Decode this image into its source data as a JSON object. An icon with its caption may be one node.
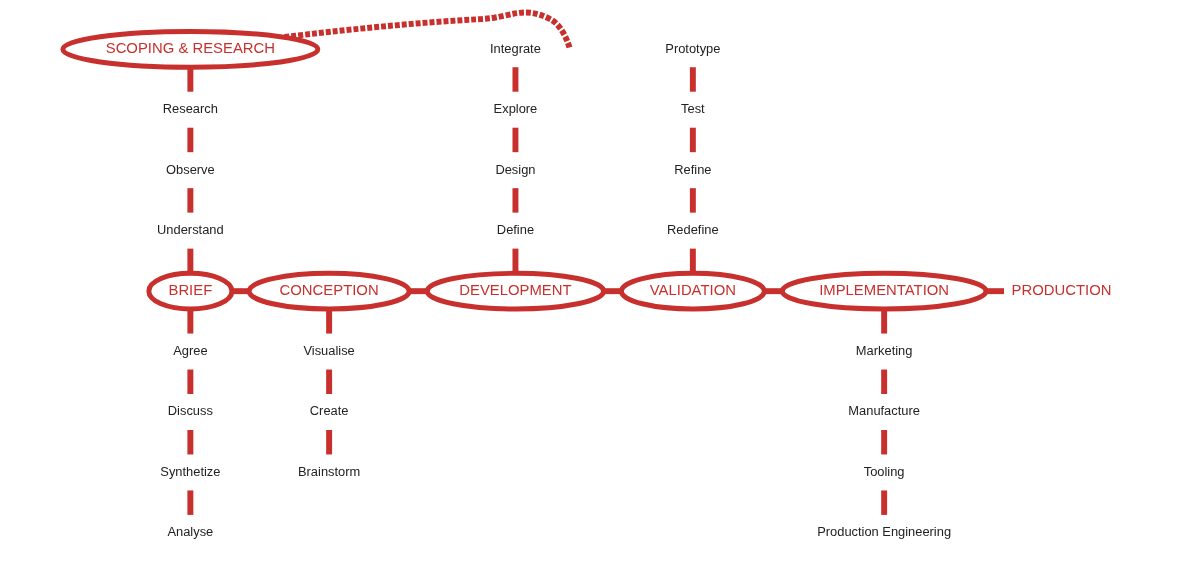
{
  "diagram": {
    "nodes": [
      {
        "text": [
          "SCOPING & RESEARCH"
        ]
      },
      {
        "text": [
          "Research"
        ]
      },
      {
        "text": [
          "Observe"
        ]
      },
      {
        "text": [
          "Understand"
        ]
      },
      {
        "text": [
          "BRIEF"
        ]
      },
      {
        "text": [
          "Agree"
        ]
      },
      {
        "text": [
          "Discuss"
        ]
      },
      {
        "text": [
          "Synthetize"
        ]
      },
      {
        "text": [
          "Analyse"
        ]
      },
      {
        "text": [
          "CONCEPTION"
        ]
      },
      {
        "text": [
          "Visualise"
        ]
      },
      {
        "text": [
          "Create"
        ]
      },
      {
        "text": [
          "Brainstorm"
        ]
      },
      {
        "text": [
          "DEVELOPMENT"
        ]
      },
      {
        "text": [
          "Define"
        ]
      },
      {
        "text": [
          "Design"
        ]
      },
      {
        "text": [
          "Explore"
        ]
      },
      {
        "text": [
          "Integrate"
        ]
      },
      {
        "text": [
          "VALIDATION"
        ]
      },
      {
        "text": [
          "Redefine"
        ]
      },
      {
        "text": [
          "Refine"
        ]
      },
      {
        "text": [
          "Test"
        ]
      },
      {
        "text": [
          "Prototype"
        ]
      },
      {
        "text": [
          "IMPLEMENTATION"
        ]
      },
      {
        "text": [
          "Marketing"
        ]
      },
      {
        "text": [
          "Manufacture"
        ]
      },
      {
        "text": [
          "Tooling"
        ]
      },
      {
        "text": [
          "Production Engineering"
        ]
      },
      {
        "text": [
          "PRODUCTION"
        ]
      }
    ],
    "edges": [
      {
        "from": null,
        "to": 0,
        "arrow": "none",
        "style": "dashed"
      },
      {
        "from": 0,
        "to": 1,
        "arrow": "none"
      },
      {
        "from": 1,
        "to": 2,
        "arrow": "none"
      },
      {
        "from": 2,
        "to": 3,
        "arrow": "none"
      },
      {
        "from": 3,
        "to": 4,
        "arrow": "none"
      },
      {
        "from": 4,
        "to": 9,
        "arrow": "none"
      },
      {
        "from": 9,
        "to": 13,
        "arrow": "none"
      },
      {
        "from": 13,
        "to": 18,
        "arrow": "none"
      },
      {
        "from": 18,
        "to": 23,
        "arrow": "none"
      },
      {
        "from": 23,
        "to": 28,
        "arrow": "none"
      },
      {
        "from": 4,
        "to": 5,
        "arrow": "none"
      },
      {
        "from": 5,
        "to": 6,
        "arrow": "none"
      },
      {
        "from": 6,
        "to": 7,
        "arrow": "none"
      },
      {
        "from": 7,
        "to": 8,
        "arrow": "none"
      },
      {
        "from": 9,
        "to": 10,
        "arrow": "none"
      },
      {
        "from": 10,
        "to": 11,
        "arrow": "none"
      },
      {
        "from": 11,
        "to": 12,
        "arrow": "none"
      },
      {
        "from": 13,
        "to": 14,
        "arrow": "none"
      },
      {
        "from": 14,
        "to": 15,
        "arrow": "none"
      },
      {
        "from": 15,
        "to": 16,
        "arrow": "none"
      },
      {
        "from": 16,
        "to": 17,
        "arrow": "none"
      },
      {
        "from": 18,
        "to": 19,
        "arrow": "none"
      },
      {
        "from": 19,
        "to": 20,
        "arrow": "none"
      },
      {
        "from": 20,
        "to": 21,
        "arrow": "none"
      },
      {
        "from": 21,
        "to": 22,
        "arrow": "none"
      },
      {
        "from": 23,
        "to": 24,
        "arrow": "none"
      },
      {
        "from": 24,
        "to": 25,
        "arrow": "none"
      },
      {
        "from": 25,
        "to": 26,
        "arrow": "none"
      },
      {
        "from": 26,
        "to": 27,
        "arrow": "none"
      }
    ]
  }
}
